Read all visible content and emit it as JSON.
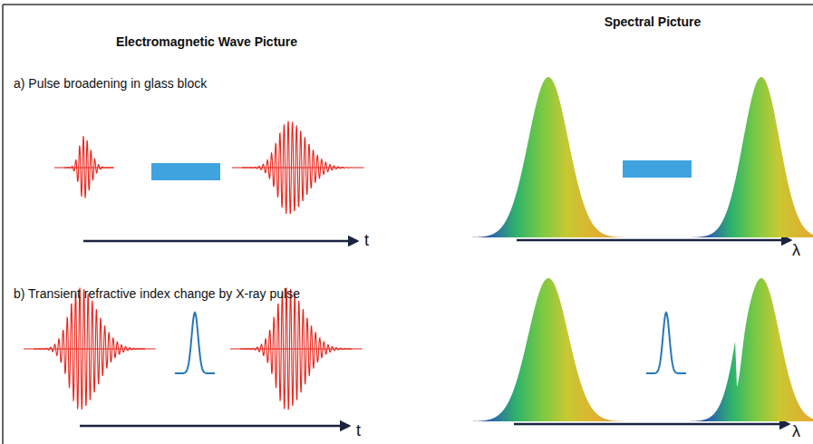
{
  "diagram": {
    "labels": [
      "Electromagnetic Wave Picture",
      "Spectral Picture",
      "a) Pulse broadening in glass block",
      "t",
      "λ",
      "b) Transient refractive index change by X-ray pulse",
      "t",
      "λ"
    ]
  }
}
